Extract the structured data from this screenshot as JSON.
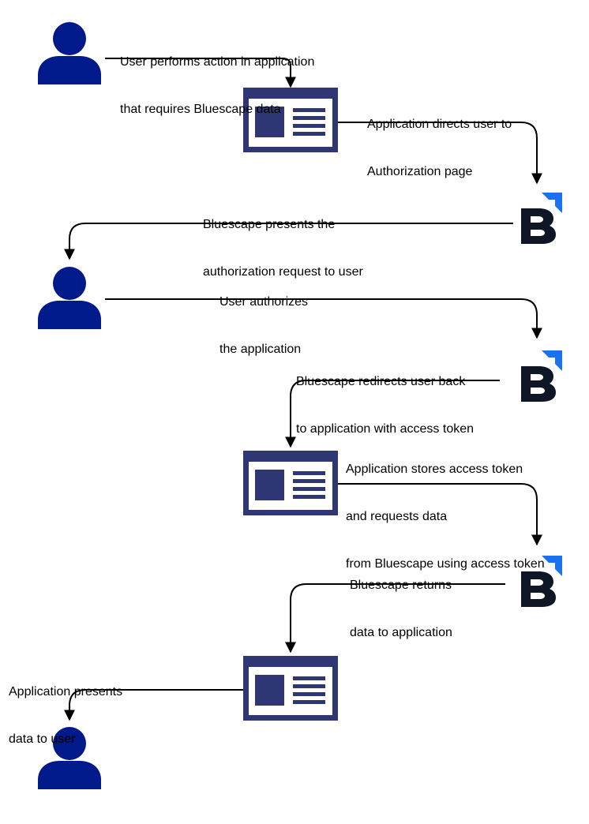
{
  "colors": {
    "user_icon": "#001a8c",
    "app_frame": "#2e3674",
    "app_fill": "#ffffff",
    "bluescape_mark": "#0f1626",
    "bluescape_accent": "#1a72ee",
    "connector": "#000000",
    "text": "#000000"
  },
  "icons": {
    "user": "user-icon",
    "application": "application-window-icon",
    "bluescape": "bluescape-logo"
  },
  "steps": [
    {
      "lines": [
        "User performs action in application",
        "that requires Bluescape data"
      ]
    },
    {
      "lines": [
        "Application directs user to",
        "Authorization page"
      ]
    },
    {
      "lines": [
        "Bluescape presents the",
        "authorization request to user"
      ]
    },
    {
      "lines": [
        "User authorizes",
        "the application"
      ]
    },
    {
      "lines": [
        "Bluescape redirects user back",
        "to application with access token"
      ]
    },
    {
      "lines": [
        "Application stores access token",
        "and requests data",
        "from Bluescape using access token"
      ]
    },
    {
      "lines": [
        "Bluescape returns",
        "data to application"
      ]
    },
    {
      "lines": [
        "Application presents",
        "data to user"
      ]
    }
  ]
}
